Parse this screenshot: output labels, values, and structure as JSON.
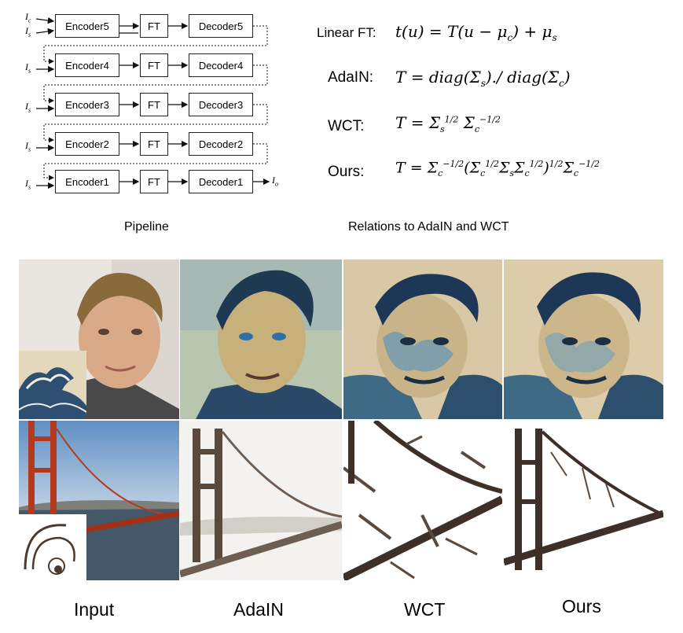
{
  "pipeline": {
    "inputs": {
      "content": "I",
      "content_sub": "c",
      "style": "I",
      "style_sub": "s",
      "output": "I",
      "output_sub": "o"
    },
    "stages": [
      {
        "encoder": "Encoder5",
        "ft": "FT",
        "decoder": "Decoder5"
      },
      {
        "encoder": "Encoder4",
        "ft": "FT",
        "decoder": "Decoder4"
      },
      {
        "encoder": "Encoder3",
        "ft": "FT",
        "decoder": "Decoder3"
      },
      {
        "encoder": "Encoder2",
        "ft": "FT",
        "decoder": "Decoder2"
      },
      {
        "encoder": "Encoder1",
        "ft": "FT",
        "decoder": "Decoder1"
      }
    ],
    "caption": "Pipeline"
  },
  "relations": {
    "rows": [
      {
        "label": "Linear FT:",
        "equation": "t(u) = T(u − μc) + μs"
      },
      {
        "label": "AdaIN:",
        "equation": "T = diag(Σs)./ diag(Σc)"
      },
      {
        "label": "WCT:",
        "equation": "T = Σs^1/2 Σc^−1/2"
      },
      {
        "label": "Ours:",
        "equation": "T = Σc^−1/2 (Σc^1/2 Σs Σc^1/2)^1/2 Σc^−1/2"
      }
    ],
    "caption": "Relations to AdaIN and WCT"
  },
  "results": {
    "columns": [
      "Input",
      "AdaIN",
      "WCT",
      "Ours"
    ]
  }
}
